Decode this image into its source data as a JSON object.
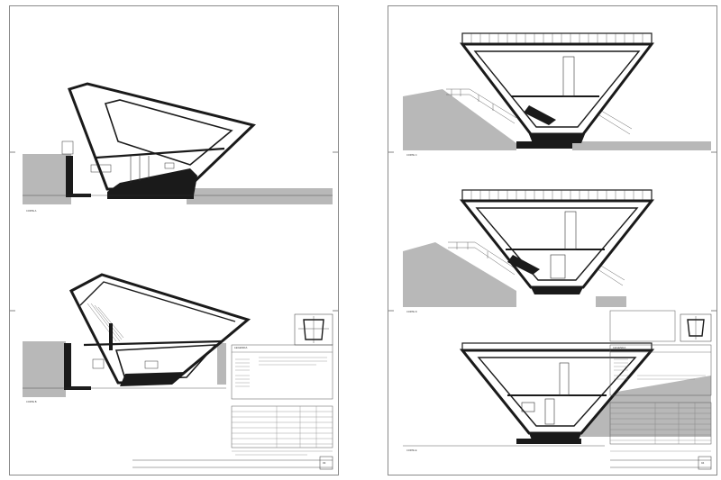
{
  "sheets": [
    {
      "id": "left",
      "sections": [
        {
          "id": "section-a",
          "label": "CORTE A"
        },
        {
          "id": "section-b",
          "label": "CORTE B"
        }
      ],
      "title_block": {
        "heading": "LEGENDA",
        "drawing_no": "03"
      }
    },
    {
      "id": "right",
      "sections": [
        {
          "id": "section-c",
          "label": "CORTE C"
        },
        {
          "id": "section-d",
          "label": "CORTE D"
        },
        {
          "id": "section-e",
          "label": "CORTE E"
        }
      ],
      "title_block": {
        "heading": "LEGENDA",
        "drawing_no": "04"
      }
    }
  ],
  "colors": {
    "terrain": "#b8b8b8",
    "structure": "#1a1a1a",
    "line": "#333333",
    "sheet_border": "#8a8a8a"
  }
}
